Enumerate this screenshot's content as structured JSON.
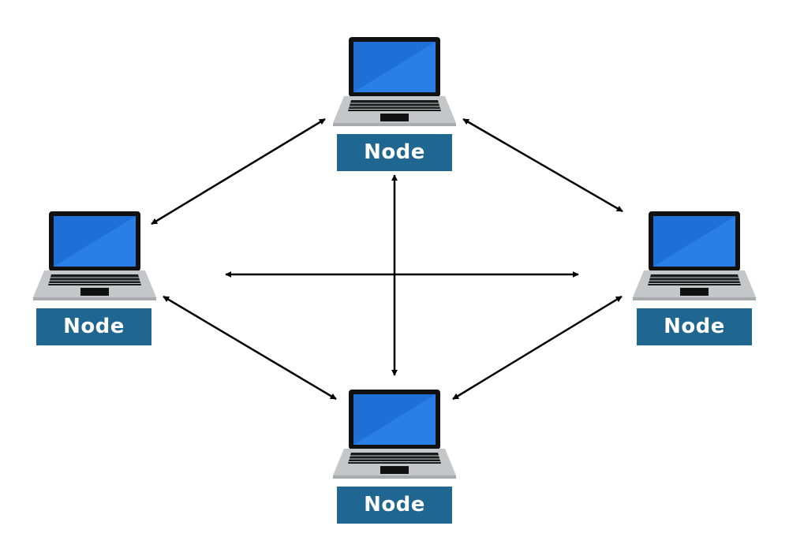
{
  "nodes": [
    {
      "id": "top",
      "label": "Node"
    },
    {
      "id": "left",
      "label": "Node"
    },
    {
      "id": "right",
      "label": "Node"
    },
    {
      "id": "bottom",
      "label": "Node"
    }
  ],
  "connections": [
    {
      "from": "top",
      "to": "left",
      "direction": "bidirectional"
    },
    {
      "from": "top",
      "to": "right",
      "direction": "bidirectional"
    },
    {
      "from": "top",
      "to": "bottom",
      "direction": "bidirectional"
    },
    {
      "from": "left",
      "to": "right",
      "direction": "bidirectional"
    },
    {
      "from": "left",
      "to": "bottom",
      "direction": "bidirectional"
    },
    {
      "from": "right",
      "to": "bottom",
      "direction": "bidirectional"
    }
  ],
  "colors": {
    "label_background": "#1f6690",
    "label_text": "#ffffff",
    "screen": "#1f6fd6",
    "screen_highlight": "#2a7fe6",
    "bezel": "#111111",
    "laptop_base": "#c4c6c9",
    "keyboard": "#1a1a1a",
    "arrow": "#000000"
  },
  "icons": {
    "node": "laptop-icon",
    "connector": "double-arrow"
  }
}
